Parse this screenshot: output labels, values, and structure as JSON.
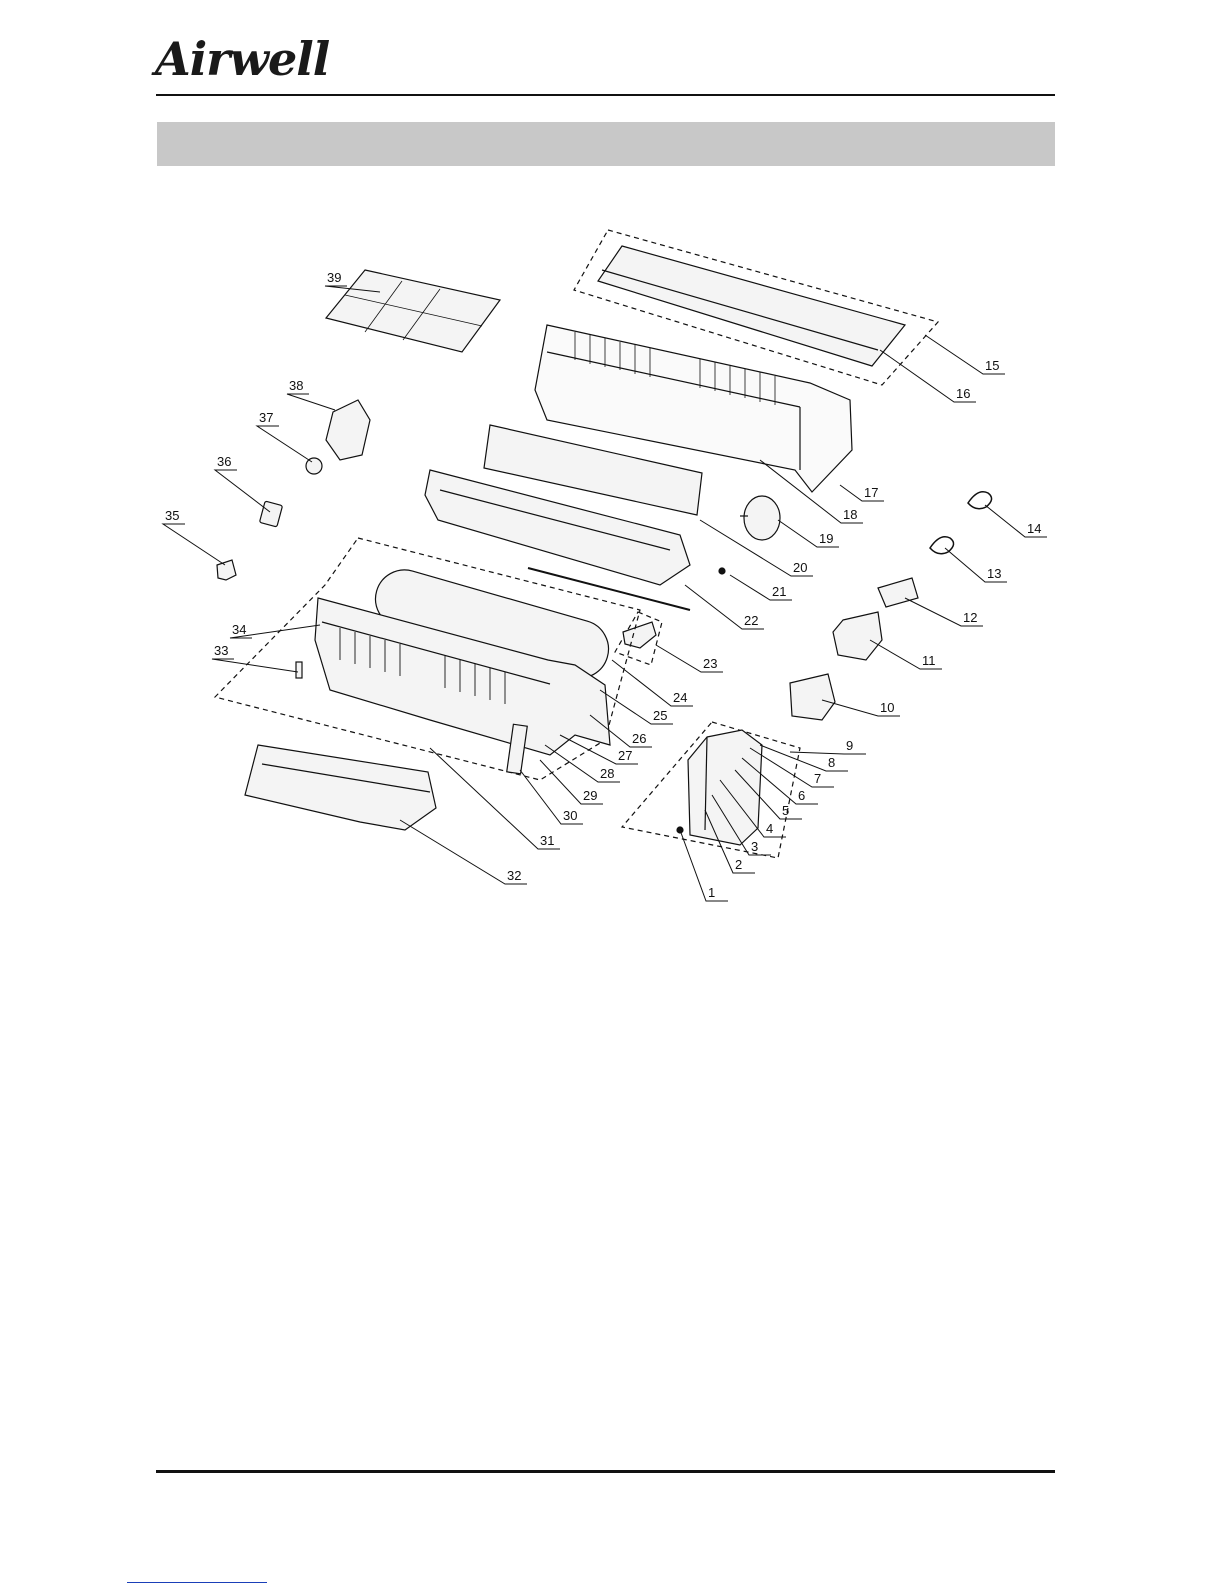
{
  "brand": {
    "logo_text": "Airwell"
  },
  "section_band": {
    "title": ""
  },
  "footer": {
    "link_text": ""
  },
  "parts": {
    "labels": [
      "1",
      "2",
      "3",
      "4",
      "5",
      "6",
      "7",
      "8",
      "9",
      "10",
      "11",
      "12",
      "13",
      "14",
      "15",
      "16",
      "17",
      "18",
      "19",
      "20",
      "21",
      "22",
      "23",
      "24",
      "25",
      "26",
      "27",
      "28",
      "29",
      "30",
      "31",
      "32",
      "33",
      "34",
      "35",
      "36",
      "37",
      "38",
      "39"
    ]
  },
  "colors": {
    "line": "#111111",
    "band": "#c8c8c8",
    "part_fill": "#f4f4f4"
  }
}
